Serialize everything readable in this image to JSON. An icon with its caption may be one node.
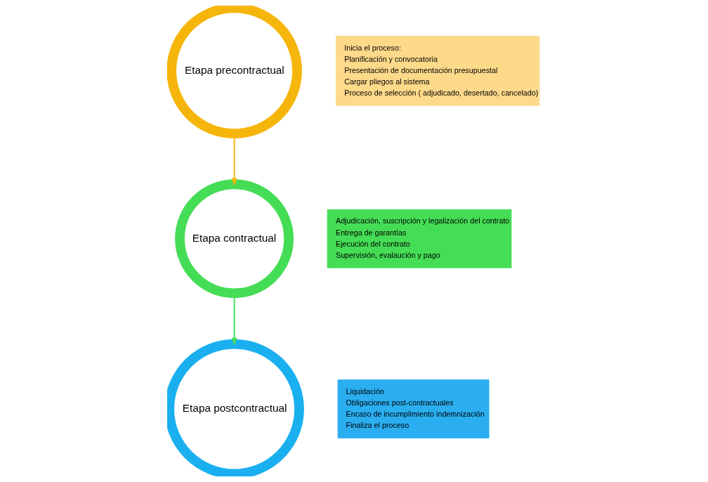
{
  "diagram": {
    "nodes": [
      {
        "text": [
          "Etapa precontractual"
        ]
      },
      {
        "text": [
          "Inicia el proceso:",
          "Planificación y convocatoria",
          "Presentación de documentación presupuestal",
          "Cargar pliegos al sistema",
          "Proceso de selección ( adjudicado, desertado, cancelado)"
        ]
      },
      {
        "text": [
          "Etapa contractual"
        ]
      },
      {
        "text": [
          "Adjudicación, suscripción y legalización del contrato",
          "Entrega de garantías",
          "Ejecución del contrato",
          "Supervisión, evalaución y pago"
        ]
      },
      {
        "text": [
          "Etapa postcontractual"
        ]
      },
      {
        "text": [
          "Liquidación",
          "Obligaciones post-contractuales",
          "Encaso de incumplimiento indemnización",
          "Finaliza el proceso"
        ]
      }
    ],
    "edges": [
      {
        "from": 0,
        "to": 2,
        "arrow": "to",
        "color": "#f5b50a"
      },
      {
        "from": 2,
        "to": 4,
        "arrow": "to",
        "color": "#45dd55"
      }
    ]
  }
}
